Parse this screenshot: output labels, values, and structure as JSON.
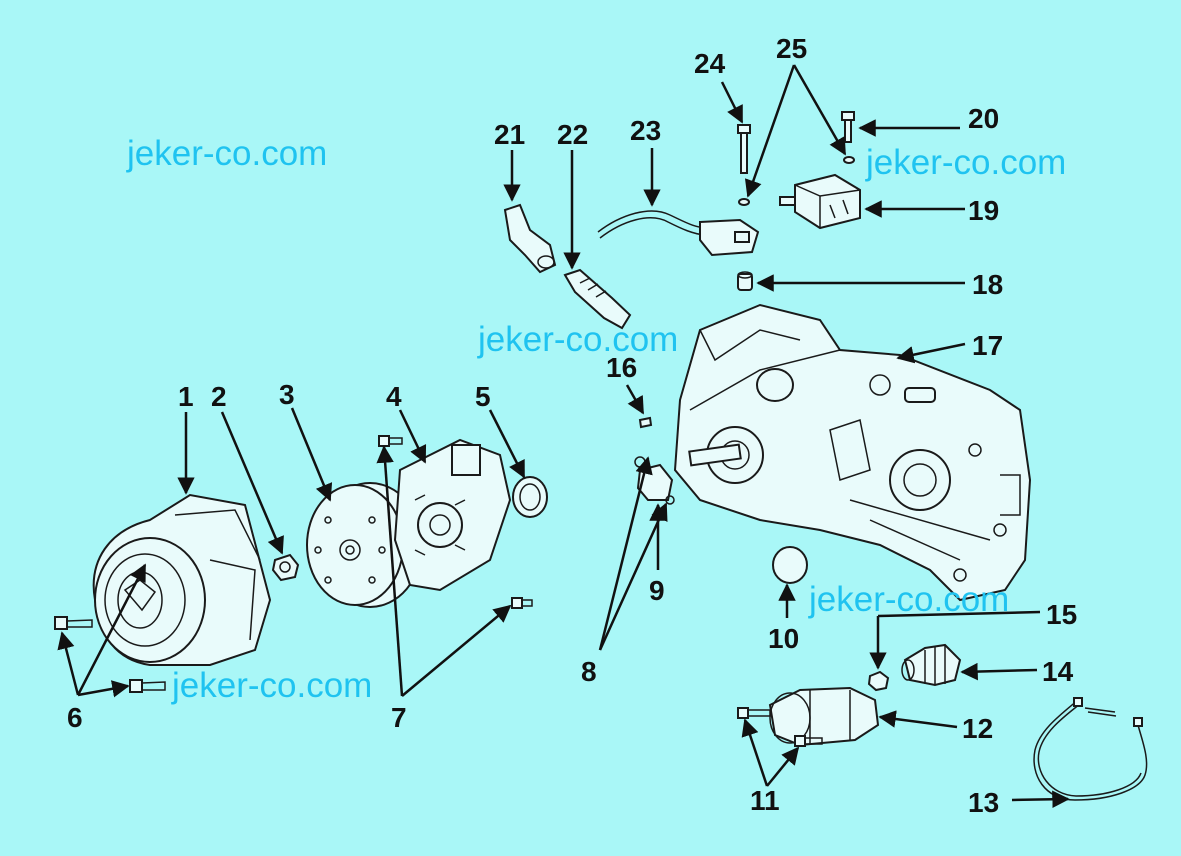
{
  "watermarks": [
    "jeker-co.com",
    "jeker-co.com",
    "jeker-co.com",
    "jeker-co.com",
    "jeker-co.com"
  ],
  "callouts": {
    "c1": "1",
    "c2": "2",
    "c3": "3",
    "c4": "4",
    "c5": "5",
    "c6": "6",
    "c7": "7",
    "c8": "8",
    "c9": "9",
    "c10": "10",
    "c11": "11",
    "c12": "12",
    "c13": "13",
    "c14": "14",
    "c15": "15",
    "c16": "16",
    "c17": "17",
    "c18": "18",
    "c19": "19",
    "c20": "20",
    "c21": "21",
    "c22": "22",
    "c23": "23",
    "c24": "24",
    "c25": "25"
  }
}
